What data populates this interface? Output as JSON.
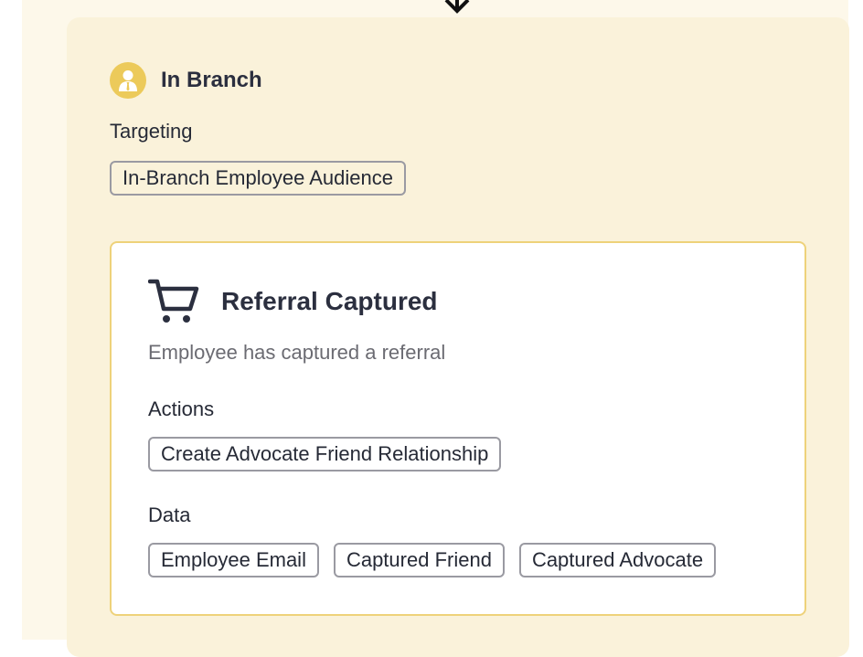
{
  "branch": {
    "title": "In Branch",
    "icon": "employee-icon",
    "accent_color": "#ecca5a",
    "targeting_label": "Targeting",
    "audience": "In-Branch Employee Audience"
  },
  "event": {
    "icon": "shopping-cart-icon",
    "title": "Referral Captured",
    "description": "Employee has captured a referral",
    "actions_label": "Actions",
    "actions": [
      "Create Advocate Friend Relationship"
    ],
    "data_label": "Data",
    "data": [
      "Employee Email",
      "Captured Friend",
      "Captured Advocate"
    ]
  },
  "colors": {
    "page_background": "#fdf8ea",
    "branch_background": "#faf2da",
    "card_border": "#eed27a"
  }
}
